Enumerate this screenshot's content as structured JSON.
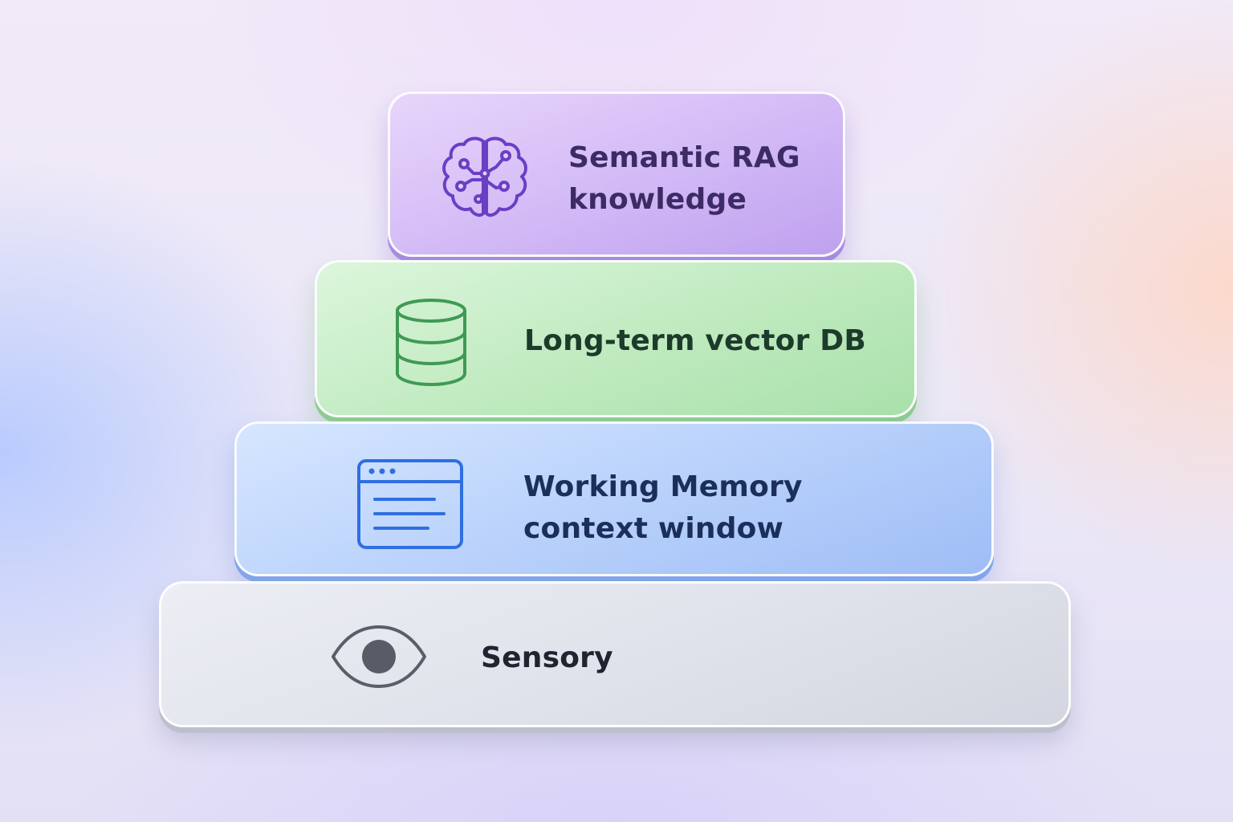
{
  "tiers": [
    {
      "id": "semantic",
      "lines": [
        "Semantic RAG",
        "knowledge"
      ],
      "icon": "brain-network-icon",
      "color": "#c9aef3",
      "icon_color": "#6a3fc4"
    },
    {
      "id": "long-term",
      "lines": [
        "Long-term vector DB"
      ],
      "icon": "database-icon",
      "color": "#b9e8ba",
      "icon_color": "#3f9a54"
    },
    {
      "id": "working",
      "lines": [
        "Working Memory",
        "context window"
      ],
      "icon": "browser-window-icon",
      "color": "#afc9fa",
      "icon_color": "#2f6fe0"
    },
    {
      "id": "sensory",
      "lines": [
        "Sensory"
      ],
      "icon": "eye-icon",
      "color": "#dcdfe7",
      "icon_color": "#5a5e68"
    }
  ]
}
